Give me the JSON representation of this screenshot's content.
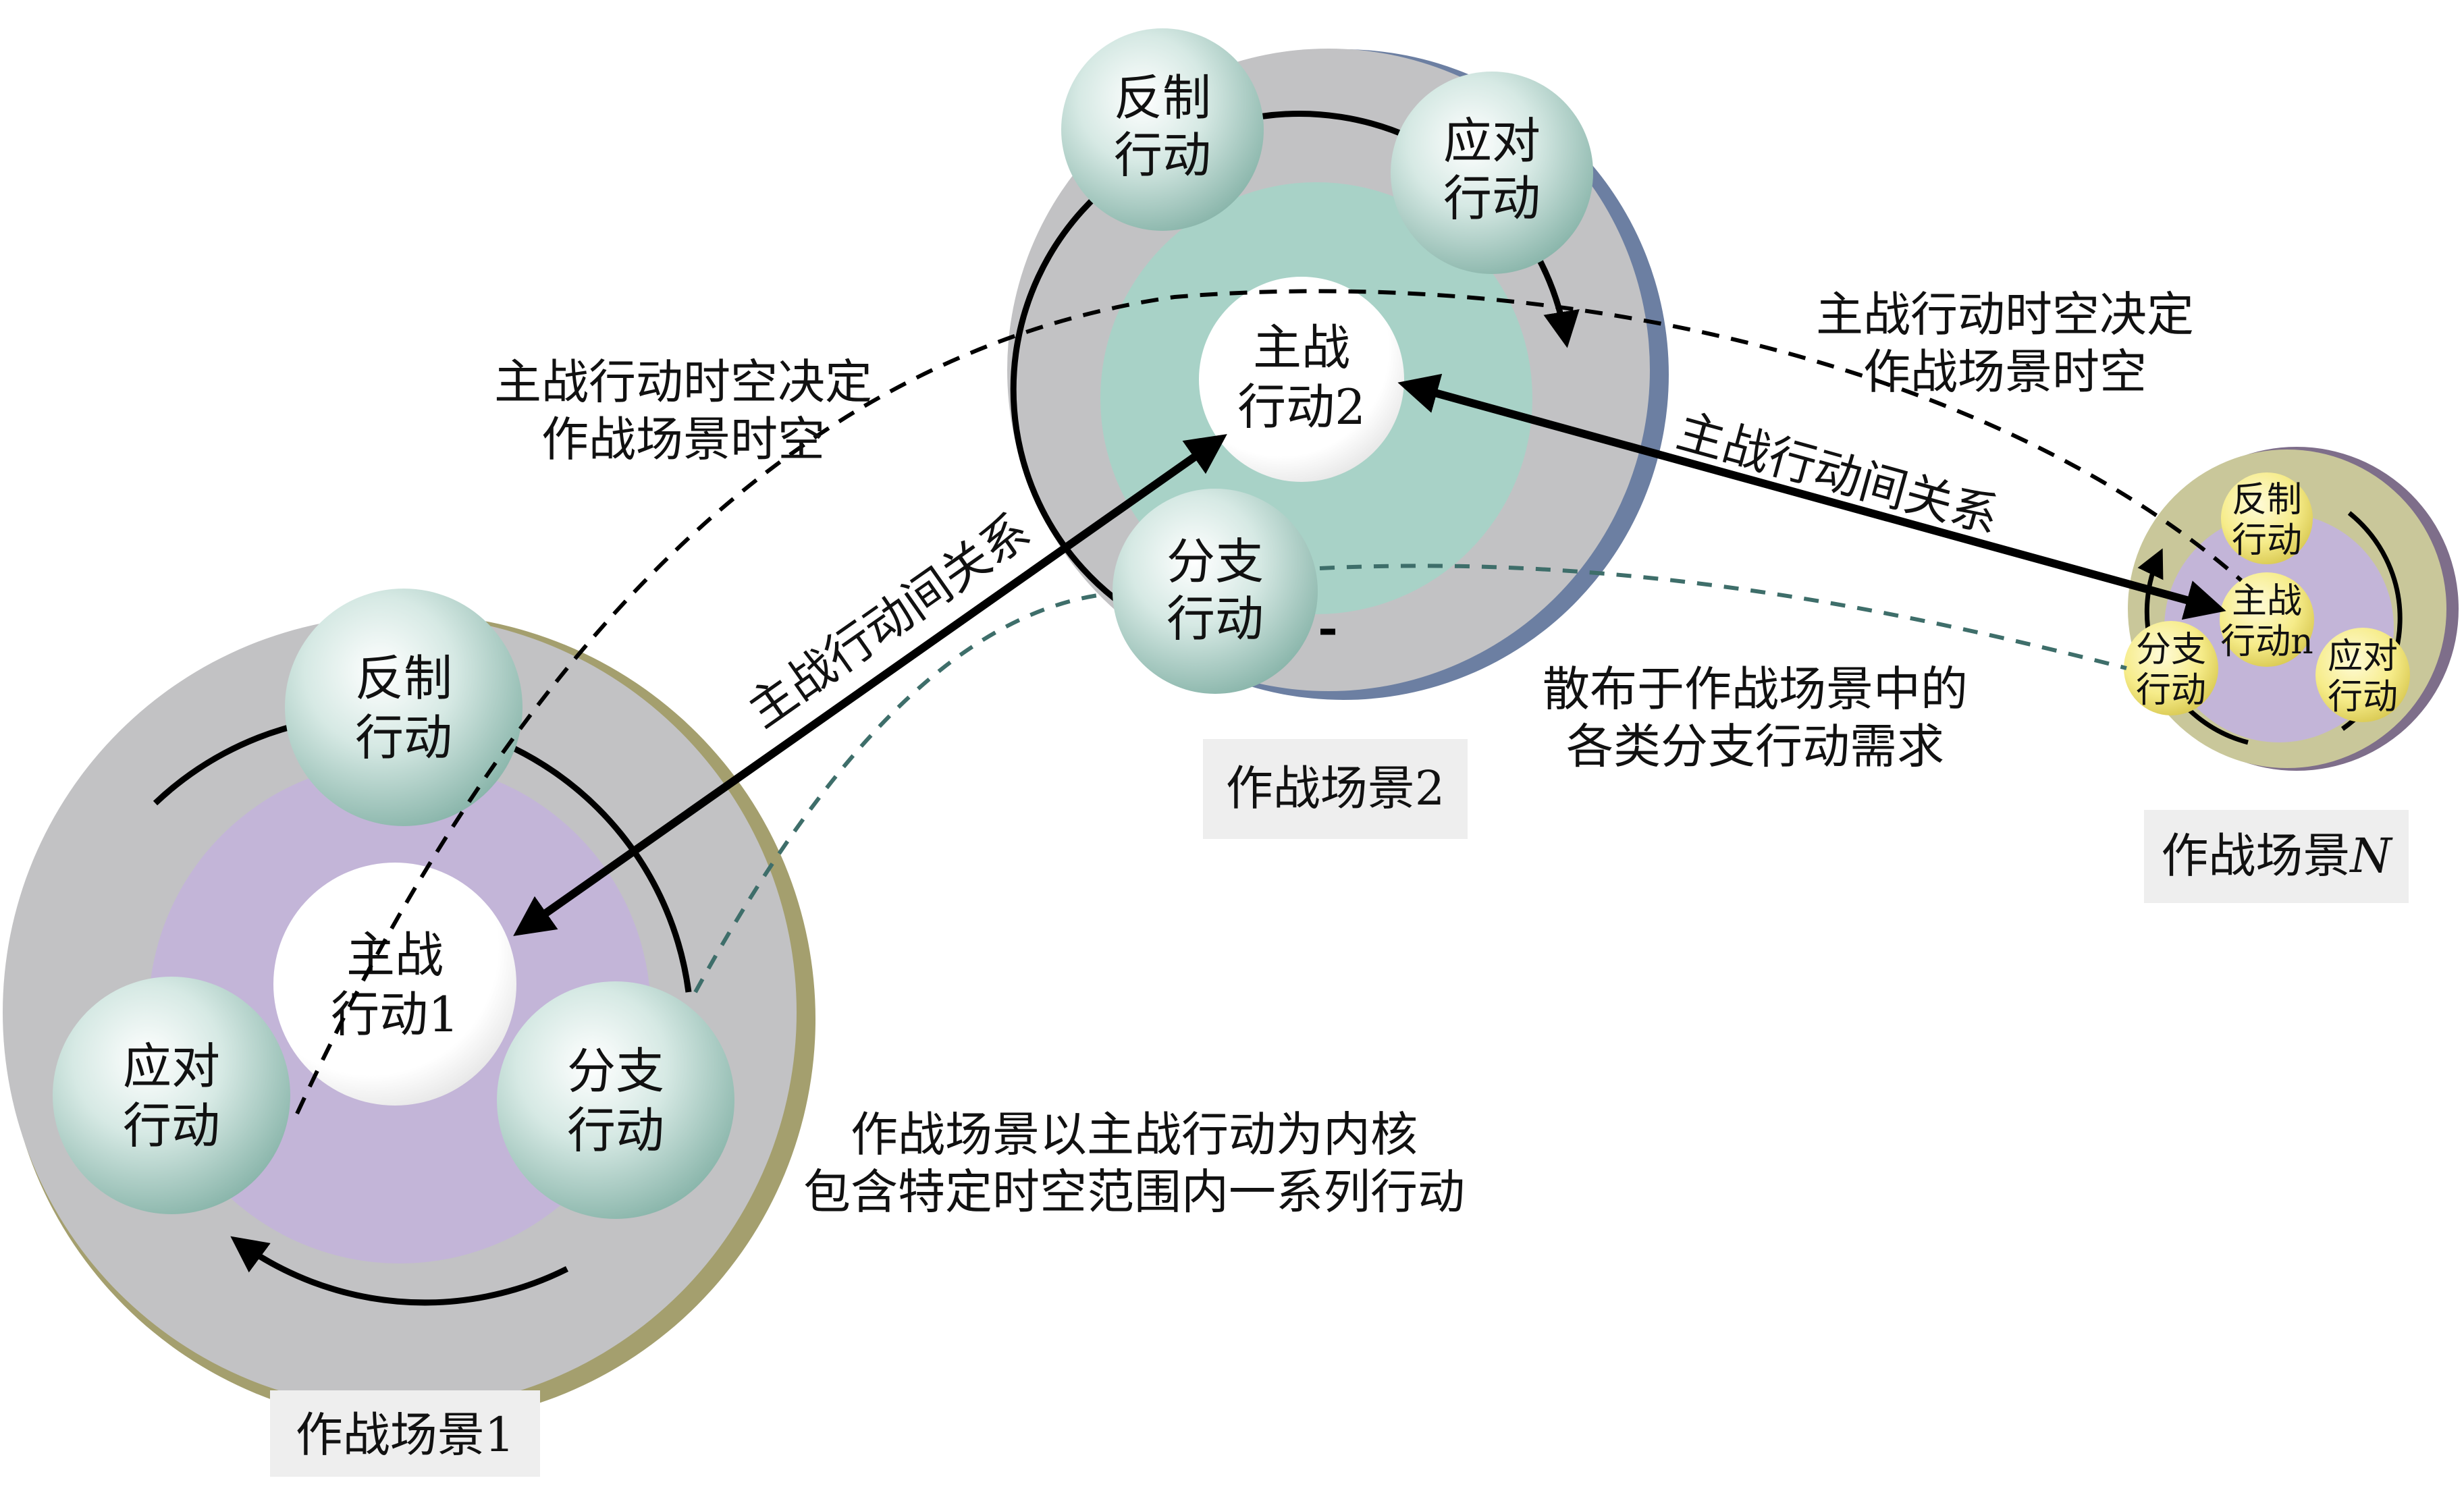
{
  "scene1": {
    "counter": [
      "反制",
      "行动"
    ],
    "respond": [
      "应对",
      "行动"
    ],
    "branch": [
      "分支",
      "行动"
    ],
    "main": [
      "主战",
      "行动1"
    ],
    "label": "作战场景1"
  },
  "scene2": {
    "counter": [
      "反制",
      "行动"
    ],
    "respond": [
      "应对",
      "行动"
    ],
    "branch": [
      "分支",
      "行动"
    ],
    "main": [
      "主战",
      "行动2"
    ],
    "label": "作战场景2"
  },
  "sceneN": {
    "counter": [
      "反制",
      "行动"
    ],
    "respond": [
      "应对",
      "行动"
    ],
    "branch": [
      "分支",
      "行动"
    ],
    "main": [
      "主战",
      "行动n"
    ],
    "label_prefix": "作战场景",
    "label_var": "N"
  },
  "annotations": {
    "left_spacetime": [
      "主战行动时空决定",
      "作战场景时空"
    ],
    "right_spacetime": [
      "主战行动时空决定",
      "作战场景时空"
    ],
    "relation_left": "主战行动间关系",
    "relation_right": "主战行动间关系",
    "branch_demand": [
      "散布于作战场景中的",
      "各类分支行动需求"
    ],
    "scene_core": [
      "作战场景以主战行动为内核",
      "包含特定时空范围内一系列行动"
    ]
  },
  "colors": {
    "outer_ring": "#c2c2c4",
    "inner_purple": "#c3b5d8",
    "inner_teal": "#a8d2c7",
    "inner_olive": "#c9c79a",
    "node_teal": "#b6d7cf",
    "node_yellow": "#f6ec8a",
    "branch_dash": "#3e6e6a",
    "label_bg": "#eeeeee"
  }
}
